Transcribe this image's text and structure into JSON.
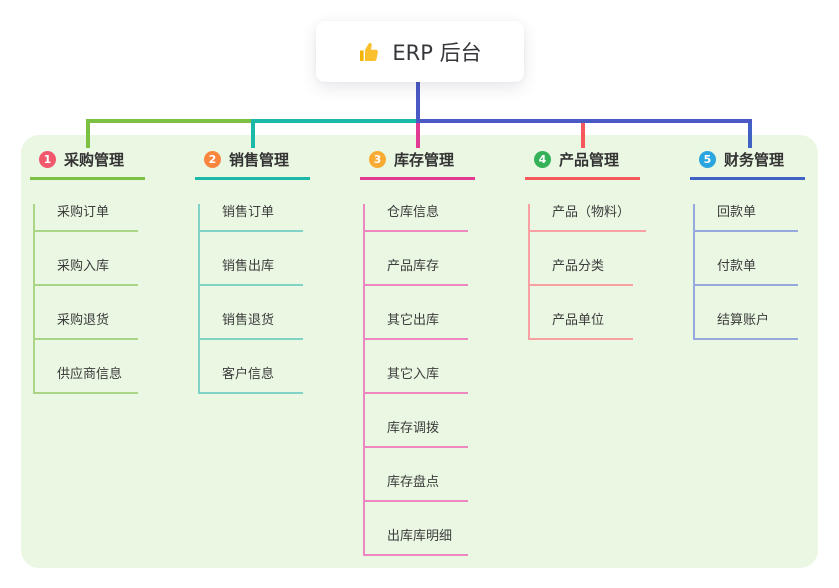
{
  "root": {
    "label": "ERP 后台",
    "icon": "thumbs-up-icon"
  },
  "panel": {
    "background": "#eaf7e3"
  },
  "connector": {
    "root_line_color": "#4a59c4"
  },
  "branches": [
    {
      "index": "1",
      "label": "采购管理",
      "badge_color": "#f2586b",
      "line_color": "#7cc143",
      "child_line_color": "#abd586",
      "children": [
        "采购订单",
        "采购入库",
        "采购退货",
        "供应商信息"
      ]
    },
    {
      "index": "2",
      "label": "销售管理",
      "badge_color": "#f8863f",
      "line_color": "#1cb9a8",
      "child_line_color": "#7fd3c7",
      "children": [
        "销售订单",
        "销售出库",
        "销售退货",
        "客户信息"
      ]
    },
    {
      "index": "3",
      "label": "库存管理",
      "badge_color": "#f9ab33",
      "line_color": "#e23a92",
      "child_line_color": "#ee86c0",
      "children": [
        "仓库信息",
        "产品库存",
        "其它出库",
        "其它入库",
        "库存调拨",
        "库存盘点",
        "出库库明细"
      ]
    },
    {
      "index": "4",
      "label": "产品管理",
      "badge_color": "#35b257",
      "line_color": "#f6595c",
      "child_line_color": "#f9a0a2",
      "children": [
        "产品（物料）",
        "产品分类",
        "产品单位"
      ]
    },
    {
      "index": "5",
      "label": "财务管理",
      "badge_color": "#2aa5df",
      "line_color": "#3f62c4",
      "child_line_color": "#95a9de",
      "children": [
        "回款单",
        "付款单",
        "结算账户"
      ]
    }
  ]
}
